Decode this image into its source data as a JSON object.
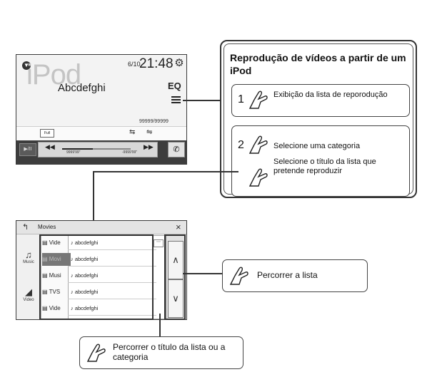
{
  "ipod_screen": {
    "source": "iPod",
    "song": "Abcdefghi",
    "date": "6/10",
    "time": "21:48",
    "eq_label": "EQ",
    "counter": "99999/99999",
    "full_label": "Full",
    "play_pause": "▶/II",
    "rewind": "◀◀",
    "forward": "▶▶",
    "elapsed": "9999'99\"",
    "remaining": "-9999'99\"",
    "progress_fraction": 0.45
  },
  "panel": {
    "title": "Reprodução de vídeos a partir de um iPod",
    "step1_number": "1",
    "step1_text": "Exibição da lista de reporodução",
    "step2_number": "2",
    "step2_text_a": "Selecione uma categoria",
    "step2_text_b": "Selecione o título da lista que pretende reproduzir"
  },
  "movies_screen": {
    "title": "Movies",
    "close": "×",
    "side_items": [
      {
        "label": "Music",
        "icon": "♫"
      },
      {
        "label": "Video",
        "icon": "◢"
      }
    ],
    "categories": [
      "Vide",
      "Movi",
      "Musi",
      "TVS",
      "Vide"
    ],
    "items": [
      "abcdefghi",
      "abcdefghi",
      "abcdefghi",
      "abcdefghi",
      "abcdefghi"
    ],
    "note_icon": "♪",
    "up": "∧",
    "down": "∨"
  },
  "callouts": {
    "scroll_list": "Percorrer a lista",
    "scroll_title": "Percorrer o título da lista ou a categoria"
  }
}
